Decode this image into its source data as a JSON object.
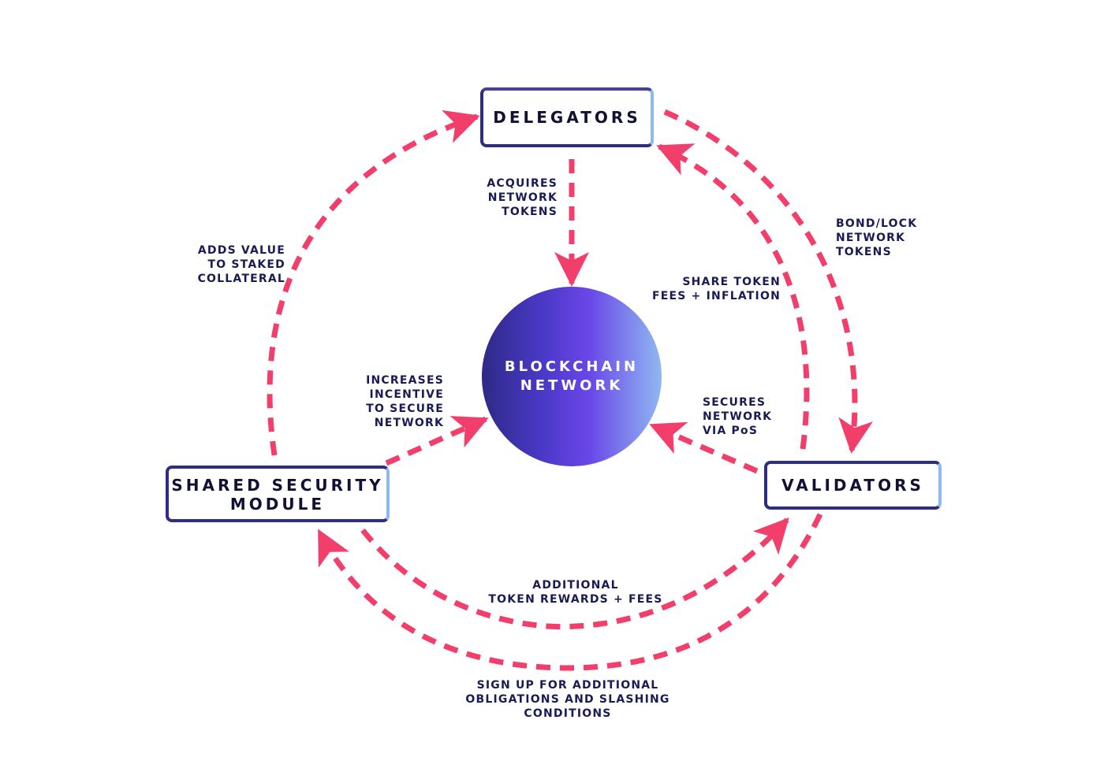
{
  "colors": {
    "arrow": "#f23e6b",
    "node_border": "#2f2c86",
    "node_accent": "#8fb8f0",
    "label_text": "#1a1a55",
    "circle_gradient": [
      "#2e2a86",
      "#6a47e8",
      "#8fb8f0"
    ]
  },
  "nodes": {
    "delegators": "DELEGATORS",
    "shared_security_module": "SHARED SECURITY\nMODULE",
    "validators": "VALIDATORS",
    "blockchain_network": "BLOCKCHAIN\nNETWORK"
  },
  "edges": {
    "acquires_tokens": "ACQUIRES\nNETWORK\nTOKENS",
    "adds_value": "ADDS VALUE\nTO STAKED\nCOLLATERAL",
    "bond_lock": "BOND/LOCK\nNETWORK\nTOKENS",
    "share_fees": "SHARE TOKEN\nFEES + INFLATION",
    "increases_incentive": "INCREASES\nINCENTIVE\nTO SECURE\nNETWORK",
    "secures_network": "SECURES\nNETWORK\nVIA PoS",
    "additional_rewards": "ADDITIONAL\nTOKEN REWARDS + FEES",
    "sign_up": "SIGN UP FOR ADDITIONAL\nOBLIGATIONS AND SLASHING\nCONDITIONS"
  }
}
